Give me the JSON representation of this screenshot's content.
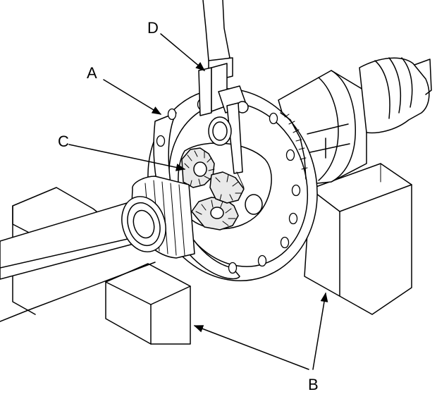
{
  "callouts": {
    "a": "A",
    "b": "B",
    "c": "C",
    "d": "D"
  },
  "colors": {
    "line": "#000000",
    "background": "#ffffff",
    "shade": "#e9e9e9"
  }
}
